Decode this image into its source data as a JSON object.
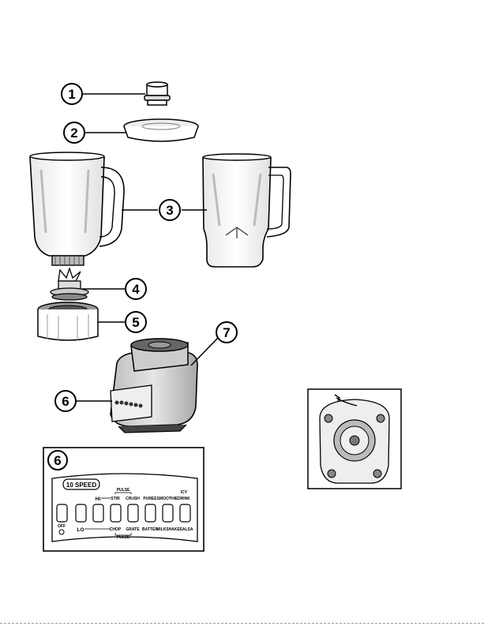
{
  "callouts": [
    "1",
    "2",
    "3",
    "4",
    "5",
    "6",
    "7"
  ],
  "panel": {
    "number": "6",
    "brand": "10 SPEED",
    "top_labels": {
      "hi": "HI",
      "pulse": "PULSE",
      "stir": "STIR",
      "crush": "CRUSH",
      "puree": "PUREE",
      "smoothie": "SMOOTHIE",
      "icy": "ICY",
      "drink": "DRINK"
    },
    "bottom_labels": {
      "off": "OFF",
      "lo": "LO",
      "chop": "CHOP",
      "grate": "GRATE",
      "batter": "BATTER",
      "milkshake": "MILKSHAKE",
      "salsa": "SALSA",
      "pulse": "PULSE"
    }
  },
  "colors": {
    "line": "#000000",
    "shade": "#d9d9d9",
    "dark": "#333333"
  }
}
